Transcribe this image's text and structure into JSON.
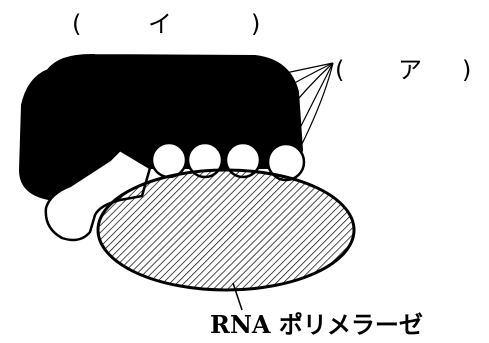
{
  "labels": {
    "top_paren_open": "(",
    "top_char": "イ",
    "top_paren_close": ")",
    "right_paren_open": "(",
    "right_char": "ア",
    "right_paren_close": ")",
    "bottom": "RNA ポリメラーゼ"
  },
  "colors": {
    "ink": "#000000",
    "paper": "#ffffff"
  }
}
